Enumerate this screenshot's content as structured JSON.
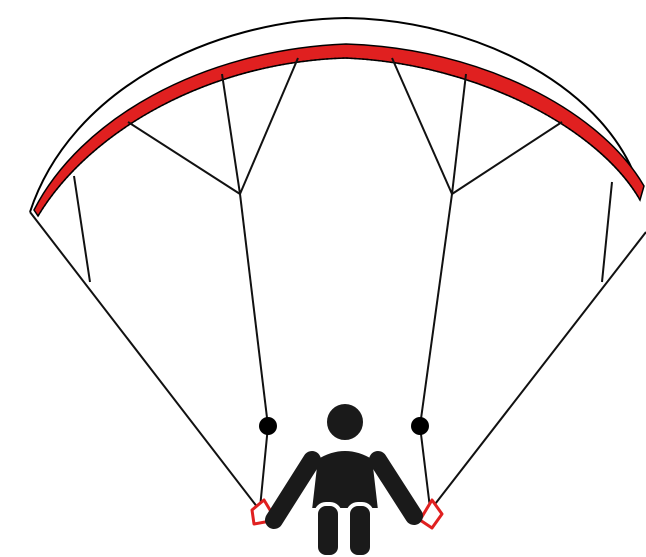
{
  "diagram": {
    "subject": "paraglider-canopy-with-pilot",
    "colors": {
      "canopy_outline": "#000000",
      "leading_edge": "#e02020",
      "lines": "#111111",
      "pilot": "#1a1a1a",
      "risers_carabiner": "#e02020",
      "background": "#ffffff"
    },
    "parts": [
      "canopy-outline",
      "leading-edge-band",
      "suspension-lines",
      "line-cascade-nodes",
      "pilot-figure",
      "carabiner-left",
      "carabiner-right"
    ]
  }
}
